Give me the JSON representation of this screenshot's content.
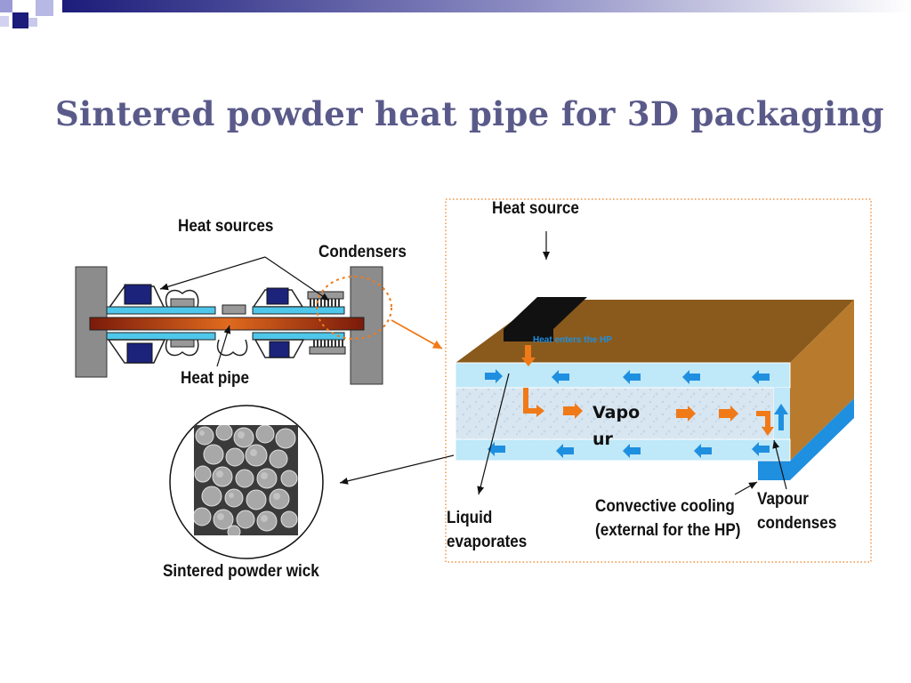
{
  "slide": {
    "title": "Sintered powder heat pipe for 3D packaging"
  },
  "left_diagram": {
    "label_heat_sources": "Heat sources",
    "label_condensers": "Condensers",
    "label_heat_pipe": "Heat pipe",
    "label_sintered_wick": "Sintered powder wick"
  },
  "right_diagram": {
    "label_heat_source": "Heat source",
    "label_heat_enters": "Heat enters the HP",
    "label_vapour_line1": "Vapo",
    "label_vapour_line2": "ur",
    "label_liquid_line1": "Liquid",
    "label_liquid_line2": "evaporates",
    "label_convective_line1": "Convective cooling",
    "label_convective_line2": "(external for the HP)",
    "label_condenses_line1": "Vapour",
    "label_condenses_line2": "condenses"
  },
  "colors": {
    "title": "#5a5a8a",
    "heat_pipe_box_top": "#8a5a1c",
    "heat_pipe_box_side": "#b87a2c",
    "liquid_layer": "#bfe8f8",
    "vapour_core": "#dde9f3",
    "orange_arrow": "#f07a18",
    "blue_arrow": "#1f8fe0",
    "callout_dots": "#f07a18"
  }
}
